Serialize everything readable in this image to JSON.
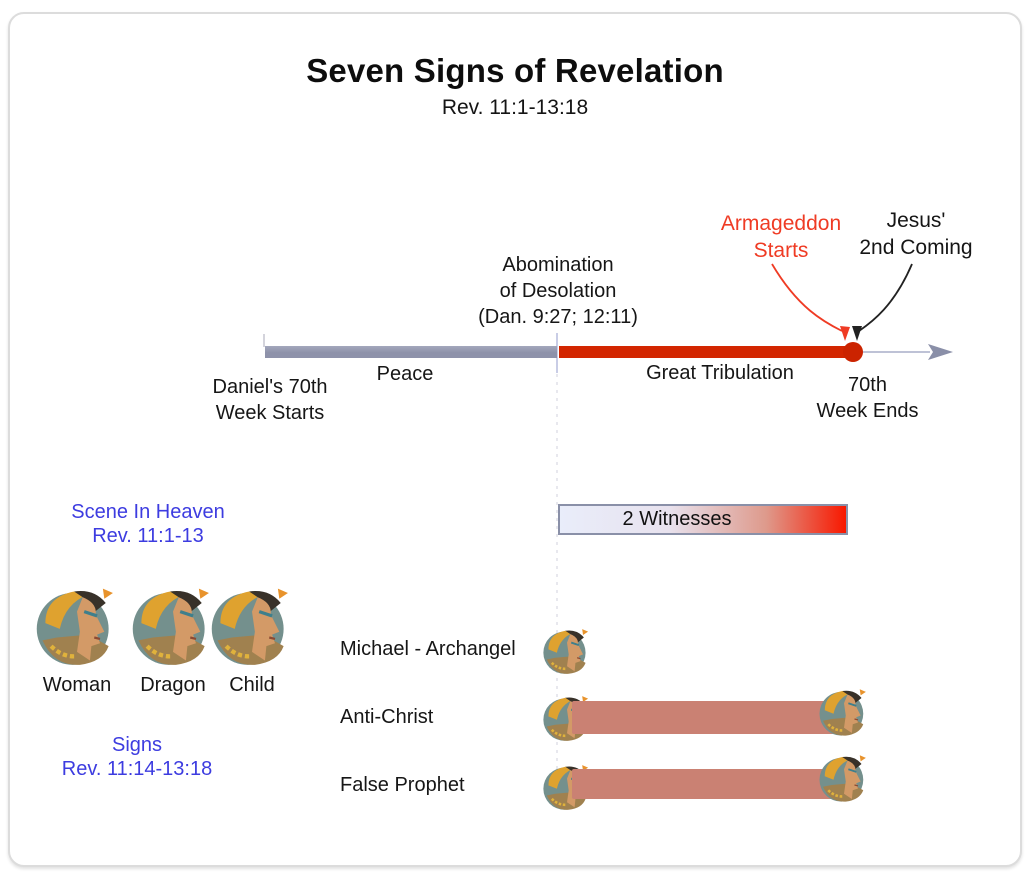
{
  "colors": {
    "heading_blue": "#3d3ce0",
    "peace_bar": "#8e92aa",
    "tribulation_bar": "#d32600",
    "armageddon_text": "#ef3b24",
    "relationship_bar": "#ca8173"
  },
  "header": {
    "title": "Seven Signs of Revelation",
    "subtitle": "Rev. 11:1-13:18"
  },
  "timeline": {
    "start": {
      "line1": "Daniel's 70th",
      "line2": "Week Starts"
    },
    "peace": "Peace",
    "tribulation": "Great Tribulation",
    "end": {
      "line1": "70th",
      "line2": "Week Ends"
    },
    "abomination": {
      "line1": "Abomination",
      "line2": "of Desolation",
      "line3": "(Dan. 9:27; 12:11)"
    },
    "armageddon": {
      "line1": "Armageddon",
      "line2": "Starts"
    },
    "second_coming": {
      "line1": "Jesus'",
      "line2": "2nd Coming"
    }
  },
  "witnesses_bar": {
    "label": "2 Witnesses"
  },
  "heaven": {
    "title_line1": "Scene In Heaven",
    "title_line2": "Rev. 11:1-13",
    "figures": [
      {
        "label": "Woman"
      },
      {
        "label": "Dragon"
      },
      {
        "label": "Child"
      }
    ]
  },
  "signs": {
    "title_line1": "Signs",
    "title_line2": "Rev. 11:14-13:18"
  },
  "actors": [
    {
      "label": "Michael - Archangel"
    },
    {
      "label": "Anti-Christ"
    },
    {
      "label": "False Prophet"
    }
  ],
  "icons": {
    "figure": "profile-head-icon",
    "timeline_end": "right-arrow-icon"
  }
}
